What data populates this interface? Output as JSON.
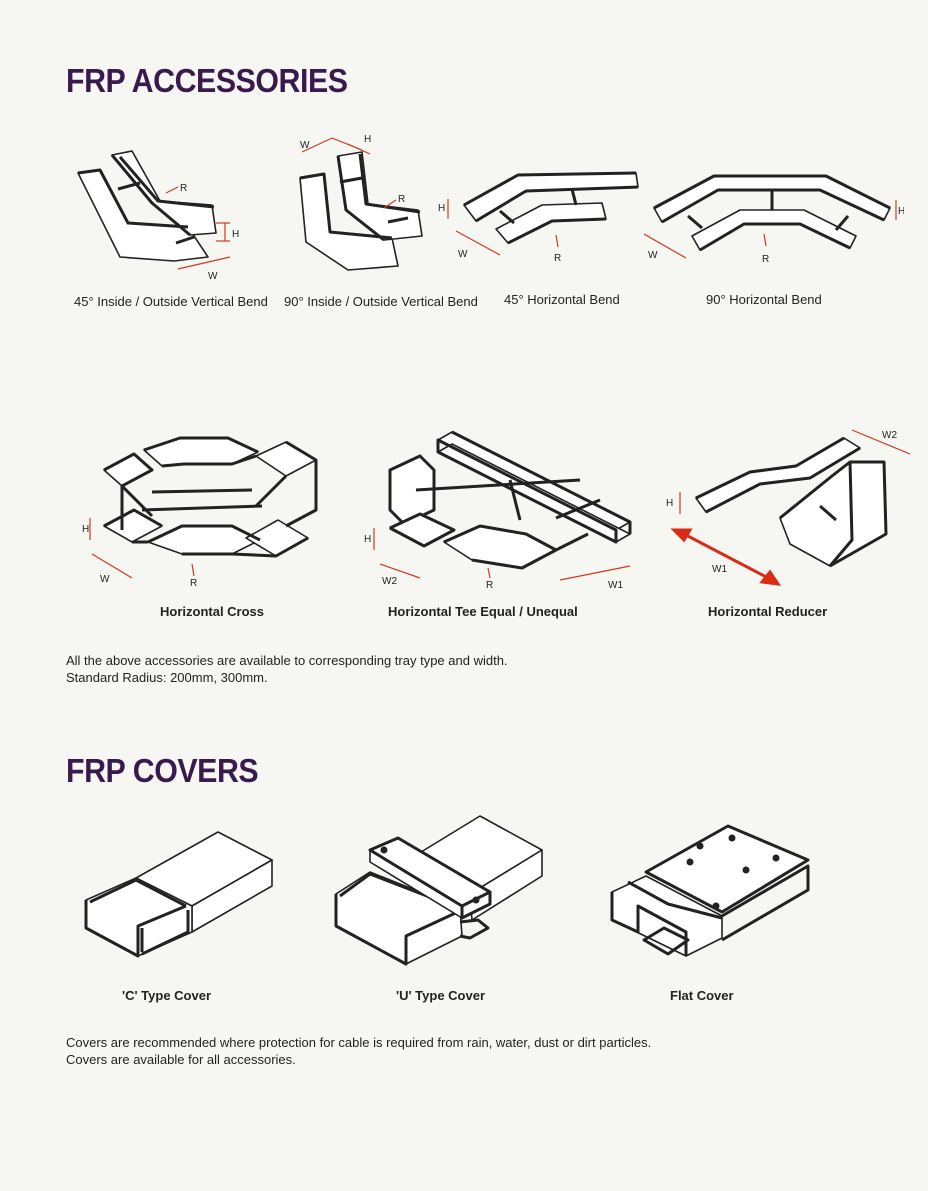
{
  "accessories": {
    "heading": "FRP ACCESSORIES",
    "items": [
      {
        "caption": "45° Inside / Outside Vertical Bend",
        "dims": [
          "R",
          "H",
          "W"
        ]
      },
      {
        "caption": "90° Inside / Outside Vertical Bend",
        "dims": [
          "W",
          "H",
          "R"
        ]
      },
      {
        "caption": "45° Horizontal Bend",
        "dims": [
          "H",
          "W",
          "R"
        ]
      },
      {
        "caption": "90° Horizontal Bend",
        "dims": [
          "H",
          "W",
          "R"
        ]
      },
      {
        "caption": "Horizontal Cross",
        "dims": [
          "H",
          "W",
          "R"
        ]
      },
      {
        "caption": "Horizontal Tee Equal / Unequal",
        "dims": [
          "H",
          "W2",
          "R",
          "W1"
        ]
      },
      {
        "caption": "Horizontal Reducer",
        "dims": [
          "H",
          "W1",
          "W2"
        ]
      }
    ],
    "note_lines": [
      "All the above accessories are available to corresponding tray type and width.",
      "Standard Radius: 200mm, 300mm."
    ]
  },
  "covers": {
    "heading": "FRP COVERS",
    "items": [
      {
        "caption": "'C' Type Cover"
      },
      {
        "caption": "'U' Type Cover"
      },
      {
        "caption": "Flat Cover"
      }
    ],
    "note_lines": [
      "Covers are recommended where protection for cable is required from rain, water, dust or dirt particles.",
      "Covers are available for all accessories."
    ]
  },
  "colors": {
    "heading": "#3a1a4e",
    "dimension": "#d23a1e",
    "line": "#222222"
  }
}
